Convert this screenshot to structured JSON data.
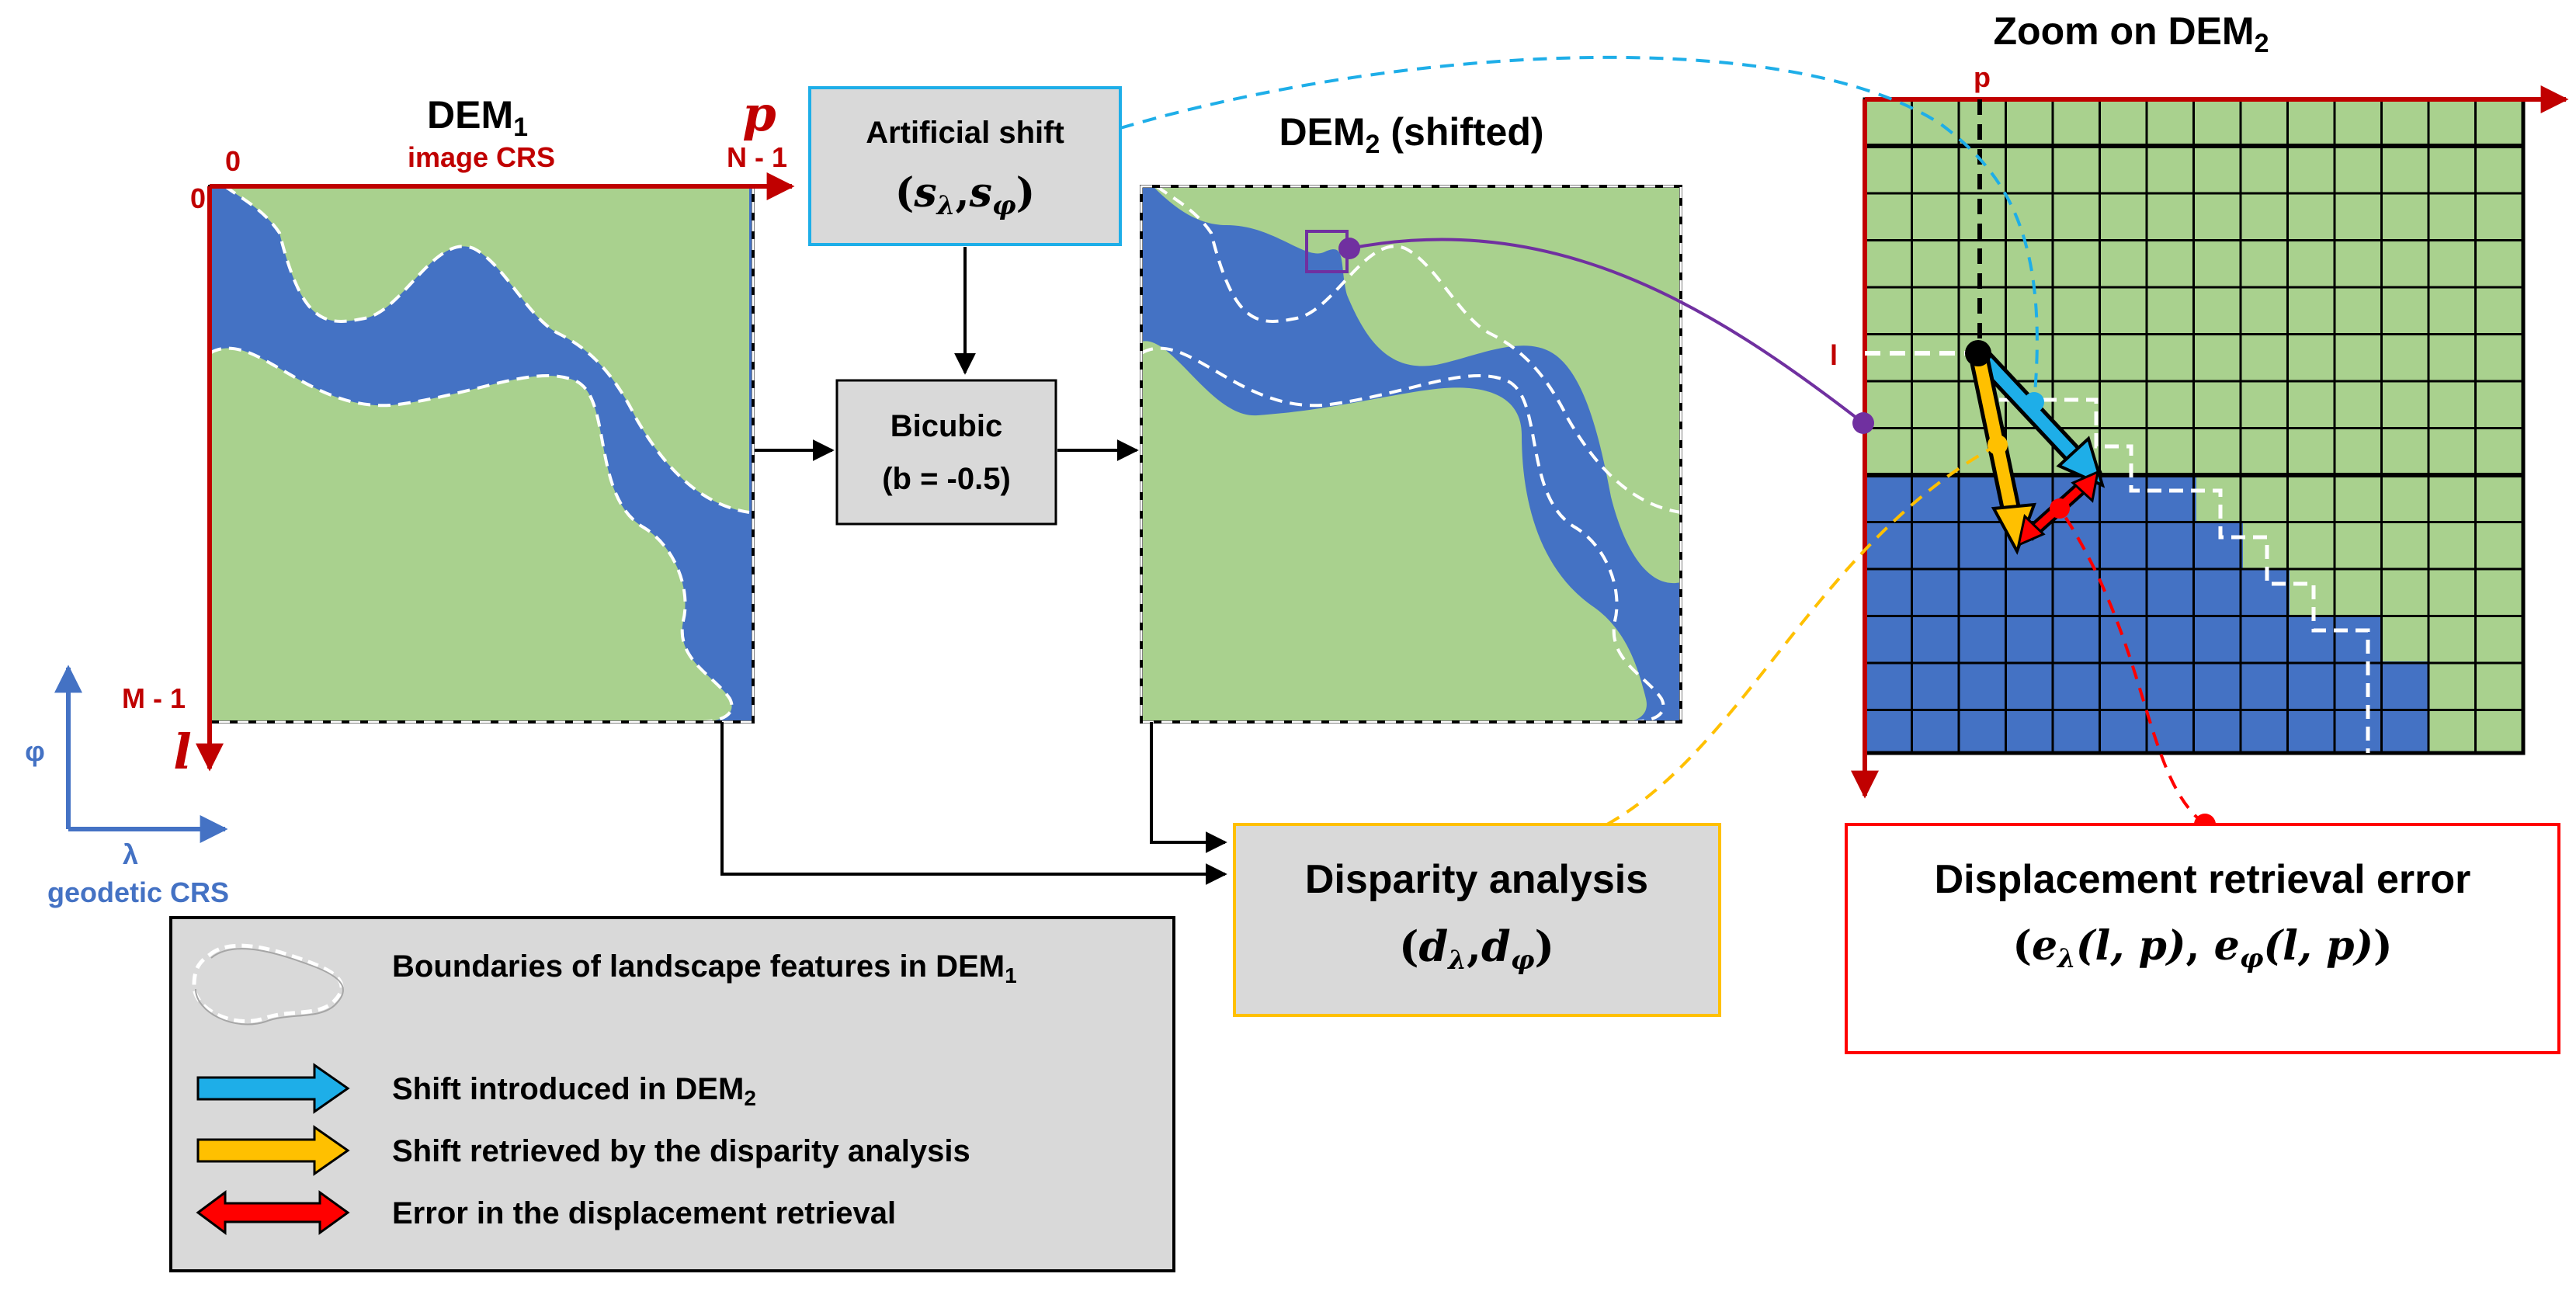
{
  "dem1": {
    "title": "DEM",
    "title_sub": "1",
    "crs_label": "image CRS",
    "col_axis_symbol": "p",
    "row_axis_symbol": "l",
    "col_start": "0",
    "row_start": "0",
    "col_end": "N - 1",
    "row_end": "M - 1"
  },
  "dem2": {
    "title": "DEM",
    "title_sub": "2",
    "title_suffix": " (shifted)"
  },
  "zoom": {
    "title": "Zoom on DEM",
    "title_sub": "2",
    "col_label": "p",
    "row_label": "l"
  },
  "geodetic": {
    "phi": "φ",
    "lambda": "λ",
    "label": "geodetic CRS"
  },
  "artificial_shift": {
    "label": "Artificial shift",
    "math_open": "(",
    "s": "s",
    "lambda": "λ",
    "sep": ",",
    "phi": "φ",
    "math_close": ")"
  },
  "bicubic": {
    "label": "Bicubic",
    "param": "(b = -0.5)"
  },
  "disparity": {
    "label": "Disparity analysis",
    "math_open": "(",
    "d": "d",
    "lambda": "λ",
    "sep": ",",
    "phi": "φ",
    "math_close": ")"
  },
  "error_box": {
    "label": "Displacement retrieval error",
    "math_open": "(",
    "e": "e",
    "lambda": "λ",
    "arg": "(l, p)",
    "sep": ", ",
    "phi": "φ",
    "math_close": ")"
  },
  "legend": {
    "boundaries": "Boundaries of landscape features in DEM",
    "boundaries_sub": "1",
    "shift_introduced": "Shift introduced in DEM",
    "shift_introduced_sub": "2",
    "shift_retrieved": "Shift retrieved by the disparity analysis",
    "error": "Error in the displacement retrieval"
  },
  "colors": {
    "water": "#4472c4",
    "land": "#a9d18e",
    "axis_red": "#c00000",
    "shift_blue": "#1eaee8",
    "retrieved_orange": "#ffc000",
    "error_red": "#ff0000",
    "link_purple": "#7030a0",
    "box_gray": "#d9d9d9"
  }
}
